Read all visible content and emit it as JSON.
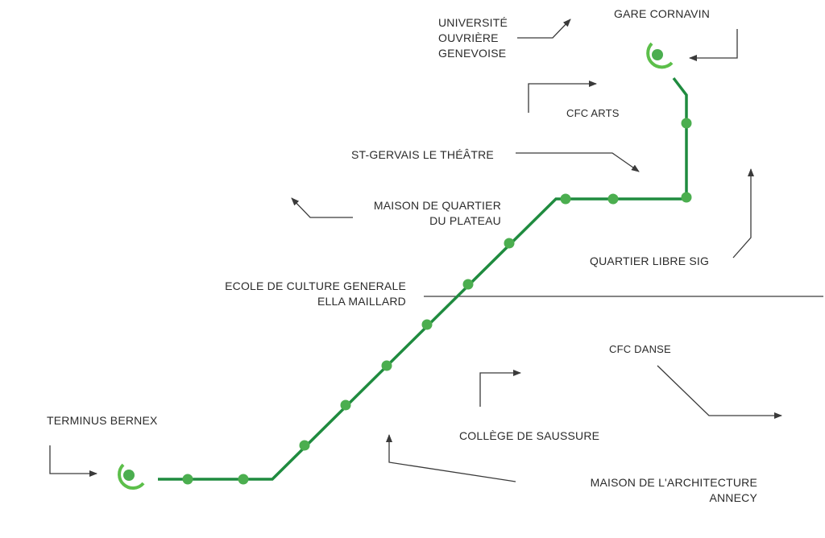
{
  "colors": {
    "line": "#1f8b3f",
    "stop": "#4bae4f",
    "terminus": "#5cbf4a",
    "arrow": "#3a3a3a",
    "text": "#2b2b2b"
  },
  "stations": {
    "terminus_bernex": "TERMINUS BERNEX",
    "gare_cornavin": "GARE CORNAVIN"
  },
  "landmarks": [
    {
      "id": "universite",
      "label": "UNIVERSITÉ\nOUVRIÈRE\nGENEVOISE"
    },
    {
      "id": "cfc-arts",
      "label": "CFC ARTS"
    },
    {
      "id": "st-gervais",
      "label": "ST-GERVAIS LE THÉÂTRE"
    },
    {
      "id": "maison-quartier",
      "label": "MAISON DE QUARTIER\nDU PLATEAU"
    },
    {
      "id": "quartier-libre",
      "label": "QUARTIER LIBRE SIG"
    },
    {
      "id": "ecole-culture",
      "label": "ECOLE DE CULTURE GENERALE\nELLA MAILLARD"
    },
    {
      "id": "cfc-danse",
      "label": "CFC DANSE"
    },
    {
      "id": "college-saussure",
      "label": "COLLÈGE DE SAUSSURE"
    },
    {
      "id": "maison-architecture",
      "label": "MAISON DE L'ARCHITECTURE\nANNECY"
    }
  ]
}
